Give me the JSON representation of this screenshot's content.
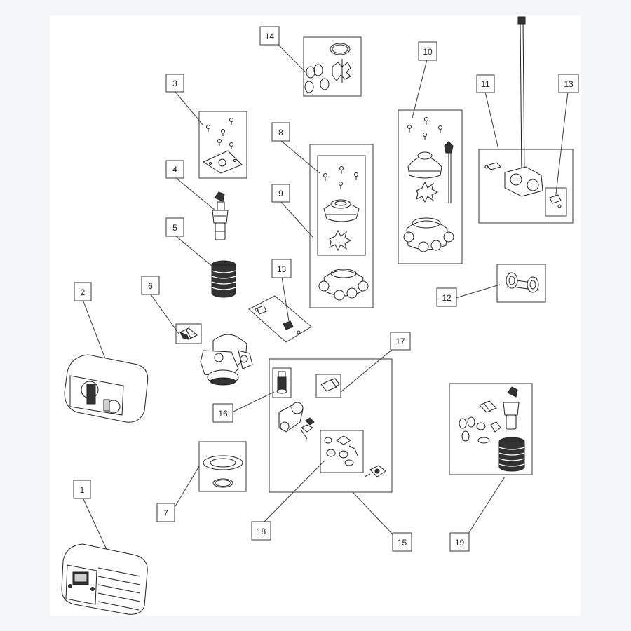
{
  "diagram": {
    "colors": {
      "line": "#3a3a3a",
      "background": "#ffffff",
      "page": "#f4f6f7"
    },
    "callouts": [
      {
        "id": "c1",
        "label": "1"
      },
      {
        "id": "c2",
        "label": "2"
      },
      {
        "id": "c3",
        "label": "3"
      },
      {
        "id": "c4",
        "label": "4"
      },
      {
        "id": "c5",
        "label": "5"
      },
      {
        "id": "c6",
        "label": "6"
      },
      {
        "id": "c7",
        "label": "7"
      },
      {
        "id": "c8",
        "label": "8"
      },
      {
        "id": "c9",
        "label": "9"
      },
      {
        "id": "c10",
        "label": "10"
      },
      {
        "id": "c11",
        "label": "11"
      },
      {
        "id": "c12",
        "label": "12"
      },
      {
        "id": "c13a",
        "label": "13"
      },
      {
        "id": "c13b",
        "label": "13"
      },
      {
        "id": "c14",
        "label": "14"
      },
      {
        "id": "c15",
        "label": "15"
      },
      {
        "id": "c16",
        "label": "16"
      },
      {
        "id": "c17",
        "label": "17"
      },
      {
        "id": "c18",
        "label": "18"
      },
      {
        "id": "c19",
        "label": "19"
      }
    ]
  }
}
